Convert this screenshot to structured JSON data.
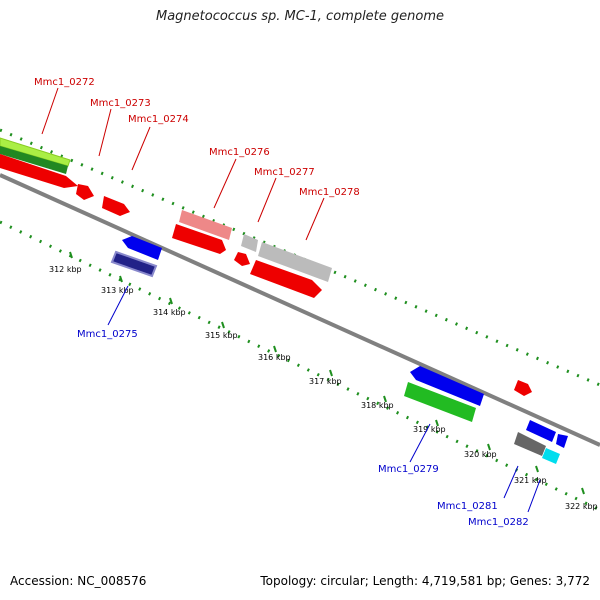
{
  "title": "Magnetococcus sp. MC-1, complete genome",
  "footer": {
    "accession": "Accession: NC_008576",
    "topology": "Topology: circular; Length: 4,719,581 bp; Genes: 3,772"
  },
  "colors": {
    "backbone": "#808080",
    "dotted_track": "#1f8f1f",
    "red_gene": "#ee0000",
    "blue_gene": "#0000ee",
    "green_gene": "#22bb22",
    "gray_gene": "#bbbbbb",
    "pink_gene": "#ee8888",
    "cyan_gene": "#00ddee",
    "navy_gene": "#222288",
    "dark_gray_gene": "#666666",
    "lime_gene": "#aaee44"
  },
  "kbp_labels": [
    "312 kbp",
    "313 kbp",
    "314 kbp",
    "315 kbp",
    "316 kbp",
    "317 kbp",
    "318 kbp",
    "319 kbp",
    "320 kbp",
    "321 kbp",
    "322 kbp"
  ],
  "gene_labels_top": [
    "Mmc1_0272",
    "Mmc1_0273",
    "Mmc1_0274",
    "Mmc1_0276",
    "Mmc1_0277",
    "Mmc1_0278"
  ],
  "gene_labels_bottom": [
    "Mmc1_0275",
    "Mmc1_0279",
    "Mmc1_0281",
    "Mmc1_0282"
  ]
}
